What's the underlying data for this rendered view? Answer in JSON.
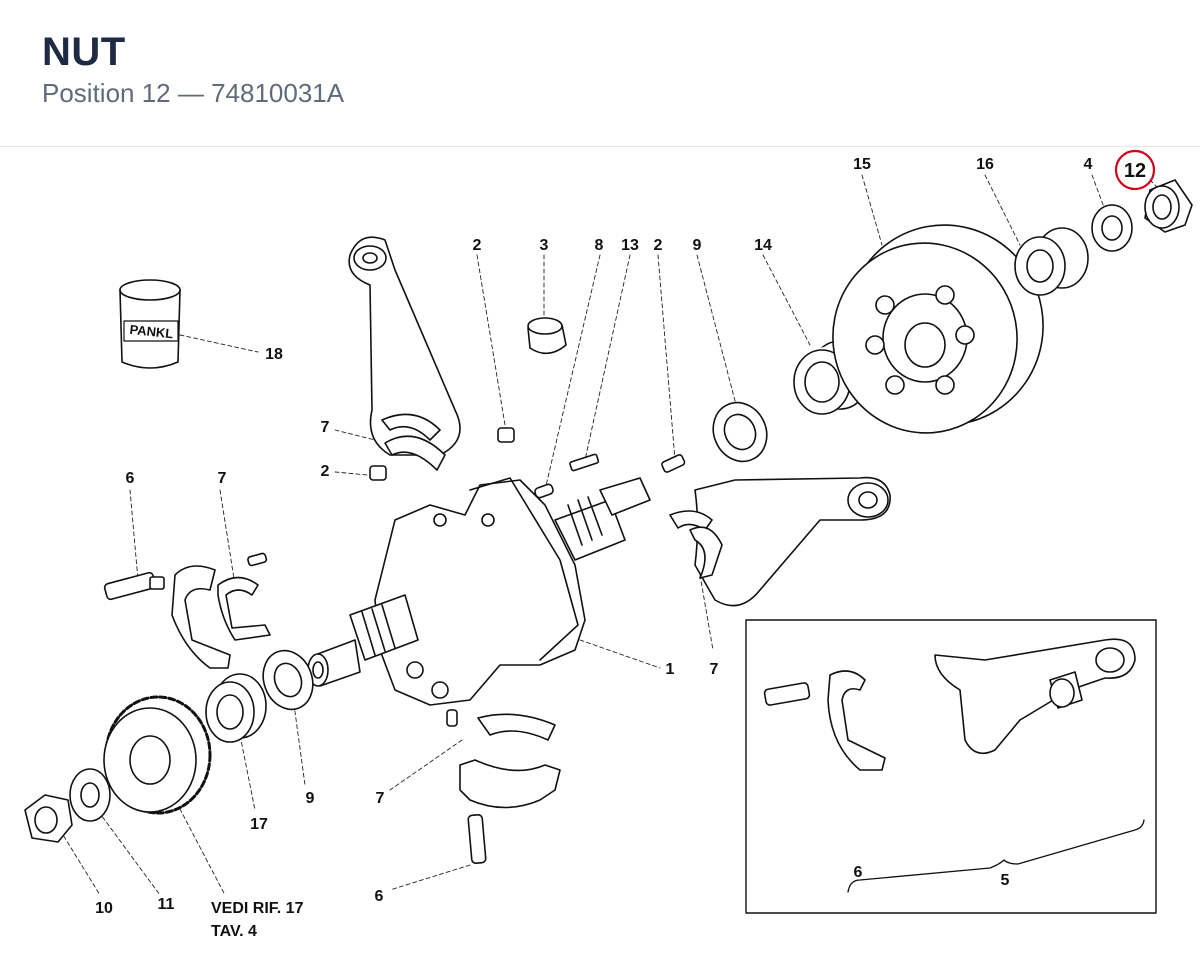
{
  "header": {
    "part_name": "NUT",
    "position_line": "Position 12 — 74810031A"
  },
  "highlight": {
    "position": "12",
    "color": "#d0021b"
  },
  "callouts": {
    "c1": "1",
    "c2a": "2",
    "c2b": "2",
    "c2c": "2",
    "c3": "3",
    "c4": "4",
    "c5": "5",
    "c6a": "6",
    "c6b": "6",
    "c6c": "6",
    "c7a": "7",
    "c7b": "7",
    "c7c": "7",
    "c7d": "7",
    "c8": "8",
    "c9a": "9",
    "c9b": "9",
    "c10": "10",
    "c11": "11",
    "c12": "12",
    "c13": "13",
    "c14": "14",
    "c15": "15",
    "c16": "16",
    "c17": "17",
    "c18": "18"
  },
  "notes": {
    "ref_line1": "VEDI RIF. 17",
    "ref_line2": "TAV. 4",
    "brand_label": "PANKL"
  }
}
